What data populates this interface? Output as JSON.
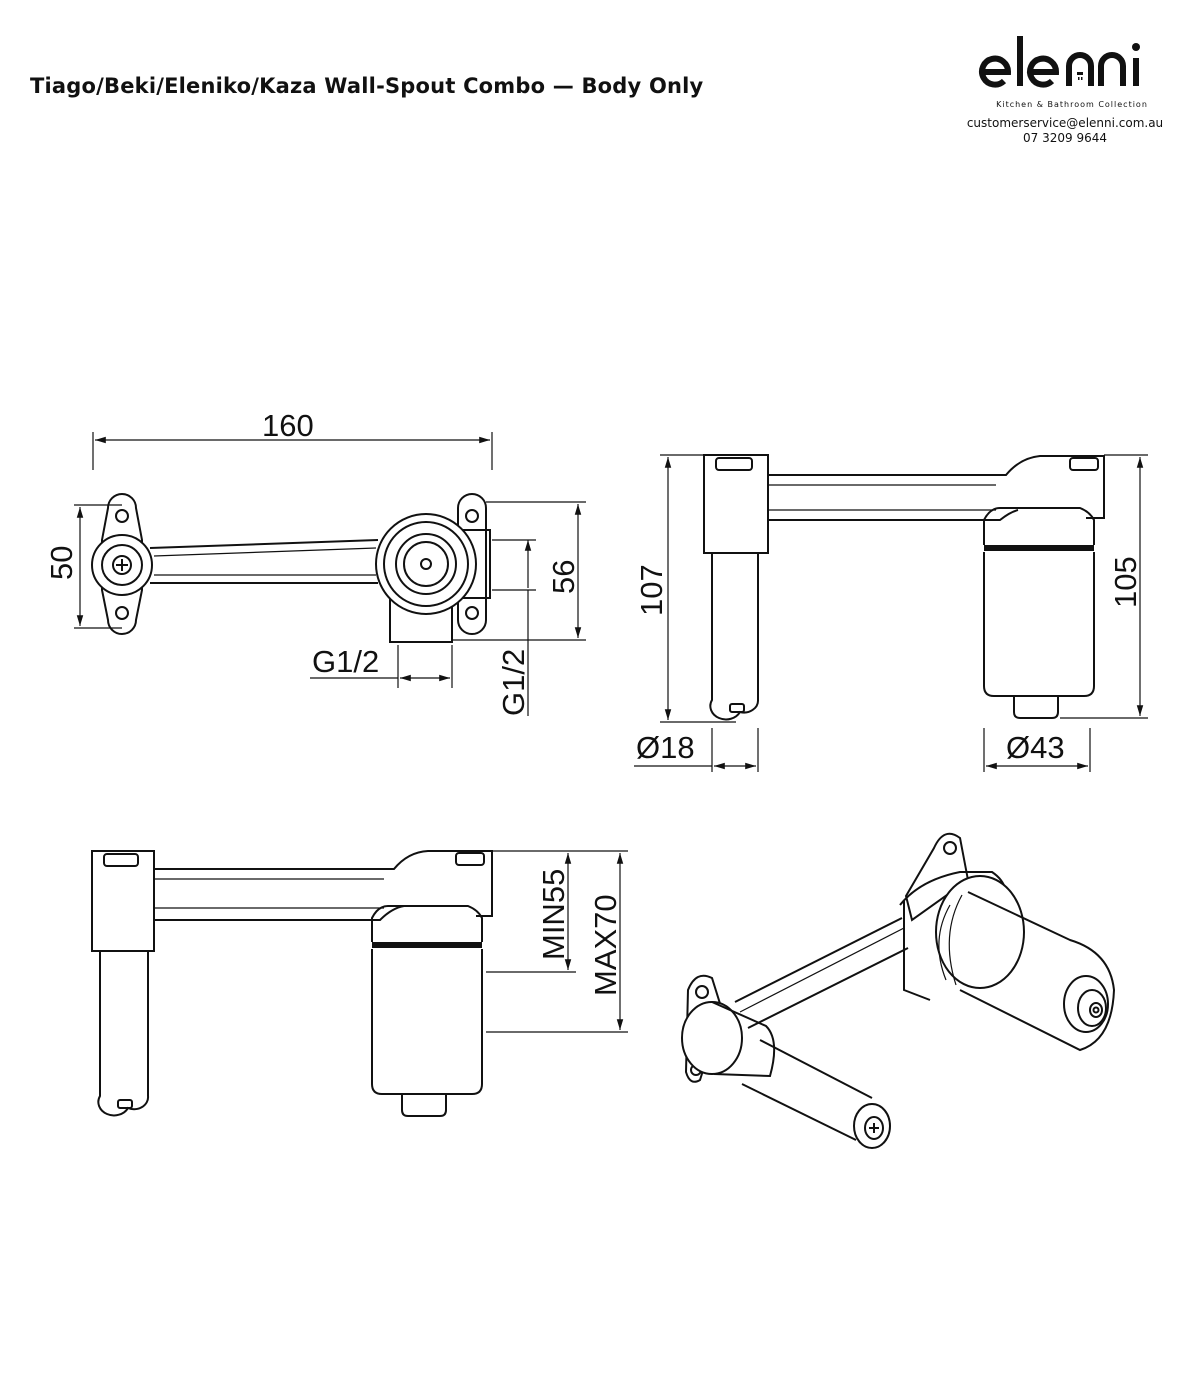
{
  "title": "Tiago/Beki/Eleniko/Kaza Wall-Spout Combo — Body Only",
  "brand": {
    "logo_text": "elenni",
    "tagline": "Kitchen & Bathroom Collection",
    "email": "customerservice@elenni.com.au",
    "phone": "07 3209 9644"
  },
  "dimensions": {
    "top_width": "160",
    "top_height_left": "50",
    "top_height_right": "56",
    "thread_horizontal": "G1/2",
    "thread_vertical": "G1/2",
    "side_left_height": "107",
    "side_right_height": "105",
    "spout_diameter": "Ø18",
    "body_diameter": "Ø43",
    "min_depth": "MIN55",
    "max_depth": "MAX70"
  }
}
